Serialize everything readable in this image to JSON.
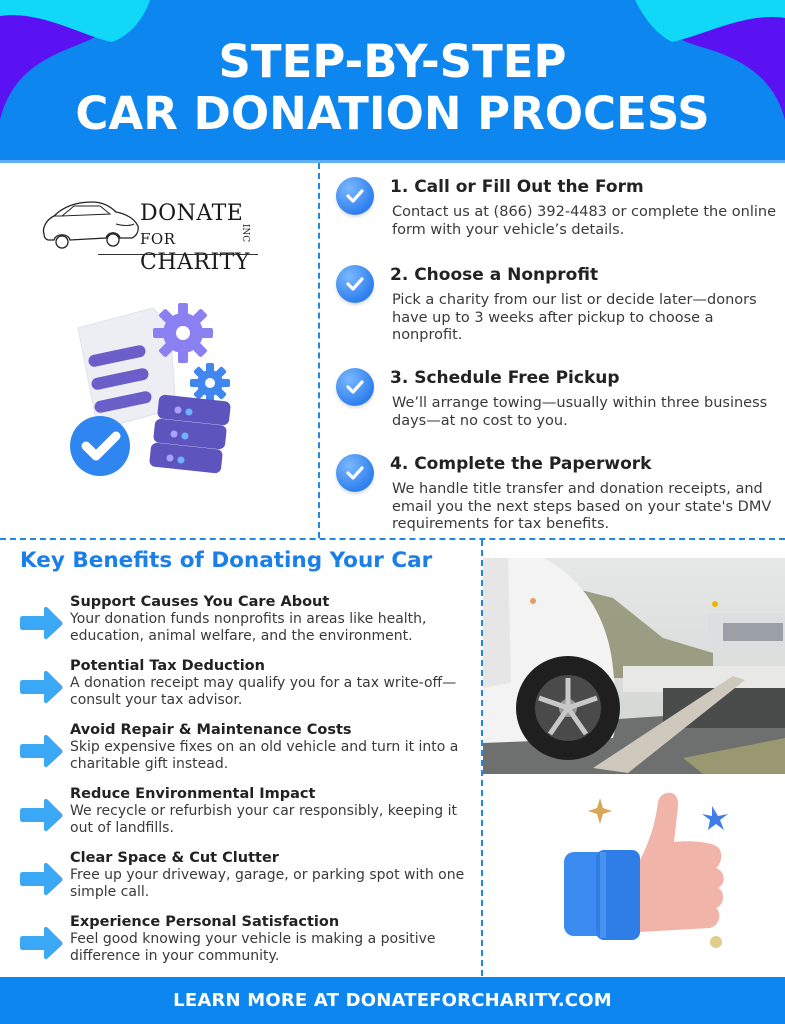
{
  "header": {
    "title_line1": "STEP-BY-STEP",
    "title_line2": "CAR DONATION PROCESS"
  },
  "colors": {
    "primary_blue": "#0d86ef",
    "accent_purple": "#5b12f2",
    "accent_cyan": "#12d8f8",
    "heading_blue": "#1a7fe8",
    "arrow_blue": "#3aa8f5"
  },
  "logo": {
    "word1": "DONATE",
    "word2": "FOR",
    "word3": "CHARITY",
    "suffix": "INC",
    "icon": "car-outline-icon"
  },
  "illustration_top": {
    "icon": "document-gears-server-check-icon"
  },
  "steps": [
    {
      "title": "1. Call or Fill Out the Form",
      "body": "Contact us at (866) 392-4483 or complete the online form with your vehicle’s details.",
      "icon": "check-circle-icon"
    },
    {
      "title": "2. Choose a Nonprofit",
      "body": "Pick a charity from our list or decide later—donors have up to 3 weeks after pickup to choose a nonprofit.",
      "icon": "check-circle-icon"
    },
    {
      "title": "3. Schedule Free Pickup",
      "body": "We’ll arrange towing—usually within three business days—at no cost to you.",
      "icon": "check-circle-icon"
    },
    {
      "title": "4. Complete the Paperwork",
      "body": "We handle title transfer and donation receipts, and email you the next steps based on your state's DMV requirements for tax benefits.",
      "icon": "check-circle-icon"
    }
  ],
  "benefits": {
    "title": "Key Benefits of Donating Your Car",
    "items": [
      {
        "title": "Support Causes You Care About",
        "body": "Your donation funds nonprofits in areas like health, education, animal welfare, and the environment.",
        "icon": "arrow-right-icon"
      },
      {
        "title": "Potential Tax Deduction",
        "body": "A donation receipt may qualify you for a tax write-off—consult your tax advisor.",
        "icon": "arrow-right-icon"
      },
      {
        "title": "Avoid Repair & Maintenance Costs",
        "body": "Skip expensive fixes on an old vehicle and turn it into a charitable gift instead.",
        "icon": "arrow-right-icon"
      },
      {
        "title": "Reduce Environmental Impact",
        "body": "We recycle or refurbish your car responsibly, keeping it out of landfills.",
        "icon": "arrow-right-icon"
      },
      {
        "title": "Clear Space & Cut Clutter",
        "body": "Free up your driveway, garage, or parking spot with one simple call.",
        "icon": "arrow-right-icon"
      },
      {
        "title": "Experience Personal Satisfaction",
        "body": "Feel good knowing your vehicle is making a positive difference in your community.",
        "icon": "arrow-right-icon"
      }
    ]
  },
  "photo": {
    "subject": "white car on tow truck ramp"
  },
  "illustration_bottom": {
    "icon": "thumbs-up-icon"
  },
  "footer": {
    "label": "LEARN MORE AT DONATEFORCHARITY.COM"
  }
}
